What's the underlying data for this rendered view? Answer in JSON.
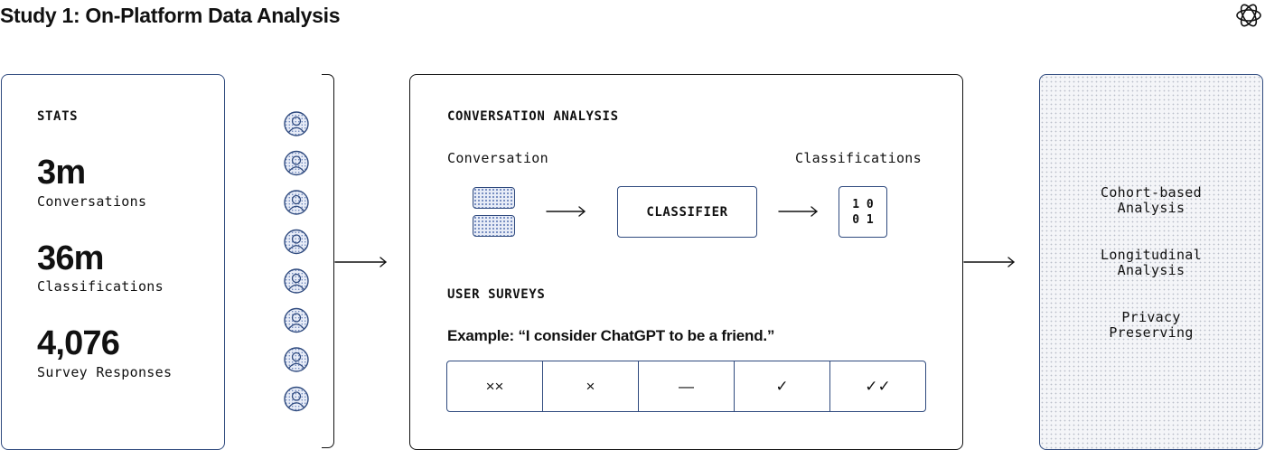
{
  "title": "Study 1: On-Platform Data Analysis",
  "logo_icon": "openai-logo-icon",
  "colors": {
    "accent": "#2f4a7e",
    "fill": "#e7ecf7",
    "dots": "#5b77b3"
  },
  "stats": {
    "heading": "STATS",
    "items": [
      {
        "value": "3m",
        "label": "Conversations"
      },
      {
        "value": "36m",
        "label": "Classifications"
      },
      {
        "value": "4,076",
        "label": "Survey Responses"
      }
    ]
  },
  "users": {
    "icon": "user-icon",
    "count": 8
  },
  "conversation_analysis": {
    "heading": "CONVERSATION ANALYSIS",
    "input_label": "Conversation",
    "output_label": "Classifications",
    "classifier_label": "CLASSIFIER",
    "binary_rows": [
      "1 0",
      "0 1"
    ]
  },
  "user_surveys": {
    "heading": "USER SURVEYS",
    "example": "Example: “I consider ChatGPT to be a friend.”",
    "scale": [
      "××",
      "×",
      "—",
      "✓",
      "✓✓"
    ]
  },
  "outcomes": [
    {
      "line1": "Cohort-based",
      "line2": "Analysis"
    },
    {
      "line1": "Longitudinal",
      "line2": "Analysis"
    },
    {
      "line1": "Privacy",
      "line2": "Preserving"
    }
  ]
}
